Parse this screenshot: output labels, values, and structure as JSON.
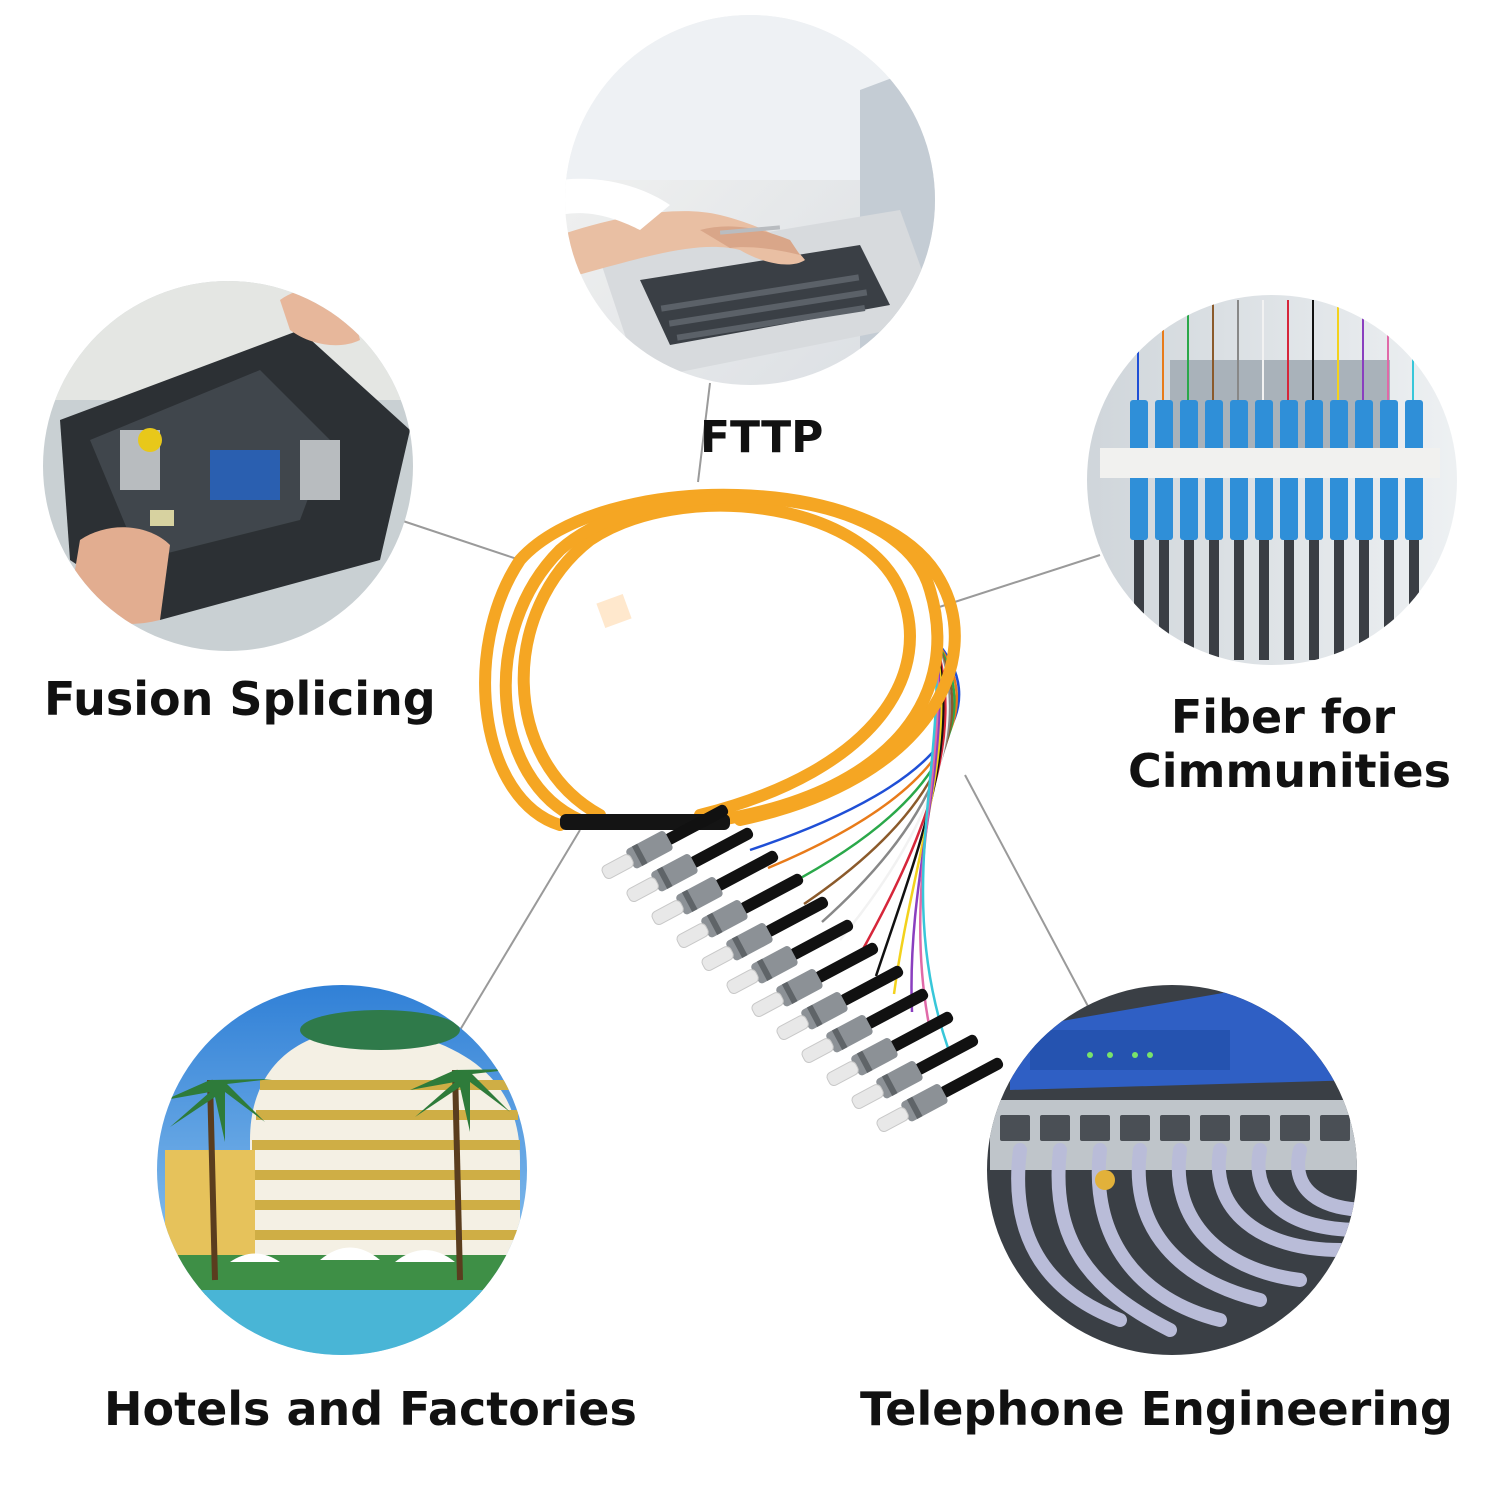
{
  "labels": {
    "fttp": "FTTP",
    "fusion_splicing": "Fusion Splicing",
    "fiber_line1": "Fiber for",
    "fiber_line2": "Cimmunities",
    "hotels": "Hotels and Factories",
    "telephone": "Telephone Engineering"
  },
  "colors": {
    "jacket": "#f5a623",
    "connector_boot": "#111111",
    "ferrule": "#e8e8e8",
    "leader_line": "#9a9a9a",
    "fiber_colors": [
      "#1f4fd6",
      "#e87b1a",
      "#2aa84a",
      "#8b5a2b",
      "#888888",
      "#f2f2f2",
      "#d6263a",
      "#111111",
      "#f3d21c",
      "#8a3fbf",
      "#e06aa8",
      "#38c7d9"
    ]
  },
  "icons": {
    "fttp_photo": "laptop-typing-photo",
    "fusion_photo": "fusion-splicer-photo",
    "fiber_photo": "sc-patch-panel-photo",
    "hotels_photo": "hotel-building-photo",
    "telephone_photo": "network-switch-cables-photo",
    "product": "st-fiber-pigtail-bundle"
  }
}
